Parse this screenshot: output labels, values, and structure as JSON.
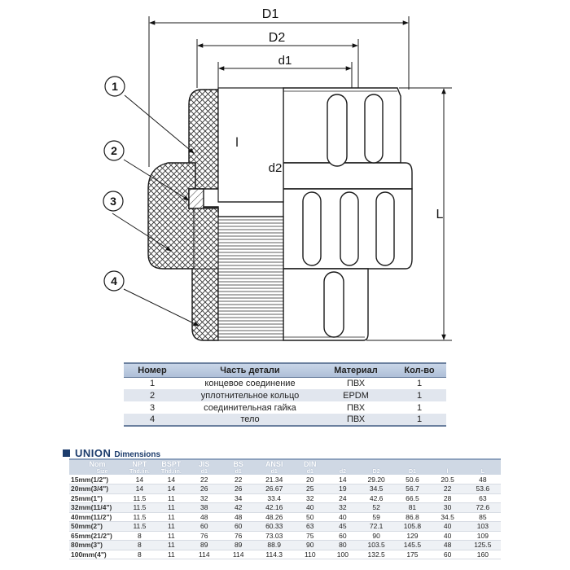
{
  "drawing": {
    "dim_labels": {
      "D1": "D1",
      "D2": "D2",
      "d1": "d1",
      "d2": "d2",
      "l": "l",
      "L": "L"
    },
    "callouts": [
      "1",
      "2",
      "3",
      "4"
    ],
    "colors": {
      "line": "#1a1a1a",
      "hatch": "#3a3a3a",
      "body_fill": "#ffffff"
    }
  },
  "parts_table": {
    "headers": [
      "Номер",
      "Часть детали",
      "Материал",
      "Кол-во"
    ],
    "rows": [
      [
        "1",
        "концевое соединение",
        "ПВХ",
        "1"
      ],
      [
        "2",
        "уплотнительное кольцо",
        "EPDM",
        "1"
      ],
      [
        "3",
        "соединительная гайка",
        "ПВХ",
        "1"
      ],
      [
        "4",
        "тело",
        "ПВХ",
        "1"
      ]
    ]
  },
  "dimensions": {
    "title": "UNION",
    "subtitle": "Dimensions",
    "header_row1": [
      "Nom",
      "NPT",
      "BSPT",
      "JIS",
      "BS",
      "ANSI",
      "DIN",
      "",
      "",
      "",
      "",
      ""
    ],
    "header_row2": [
      "Size",
      "Thd./in.",
      "Thd./in.",
      "d1",
      "d1",
      "d1",
      "d1",
      "d2",
      "D2",
      "D1",
      "l",
      "L"
    ],
    "rows": [
      [
        "15mm(1/2\")",
        "14",
        "14",
        "22",
        "22",
        "21.34",
        "20",
        "14",
        "29.20",
        "50.6",
        "20.5",
        "48"
      ],
      [
        "20mm(3/4\")",
        "14",
        "14",
        "26",
        "26",
        "26.67",
        "25",
        "19",
        "34.5",
        "56.7",
        "22",
        "53.6"
      ],
      [
        "25mm(1\")",
        "11.5",
        "11",
        "32",
        "34",
        "33.4",
        "32",
        "24",
        "42.6",
        "66.5",
        "28",
        "63"
      ],
      [
        "32mm(11/4\")",
        "11.5",
        "11",
        "38",
        "42",
        "42.16",
        "40",
        "32",
        "52",
        "81",
        "30",
        "72.6"
      ],
      [
        "40mm(11/2\")",
        "11.5",
        "11",
        "48",
        "48",
        "48.26",
        "50",
        "40",
        "59",
        "86.8",
        "34.5",
        "85"
      ],
      [
        "50mm(2\")",
        "11.5",
        "11",
        "60",
        "60",
        "60.33",
        "63",
        "45",
        "72.1",
        "105.8",
        "40",
        "103"
      ],
      [
        "65mm(21/2\")",
        "8",
        "11",
        "76",
        "76",
        "73.03",
        "75",
        "60",
        "90",
        "129",
        "40",
        "109"
      ],
      [
        "80mm(3\")",
        "8",
        "11",
        "89",
        "89",
        "88.9",
        "90",
        "80",
        "103.5",
        "145.5",
        "48",
        "125.5"
      ],
      [
        "100mm(4\")",
        "8",
        "11",
        "114",
        "114",
        "114.3",
        "110",
        "100",
        "132.5",
        "175",
        "60",
        "160"
      ]
    ]
  }
}
